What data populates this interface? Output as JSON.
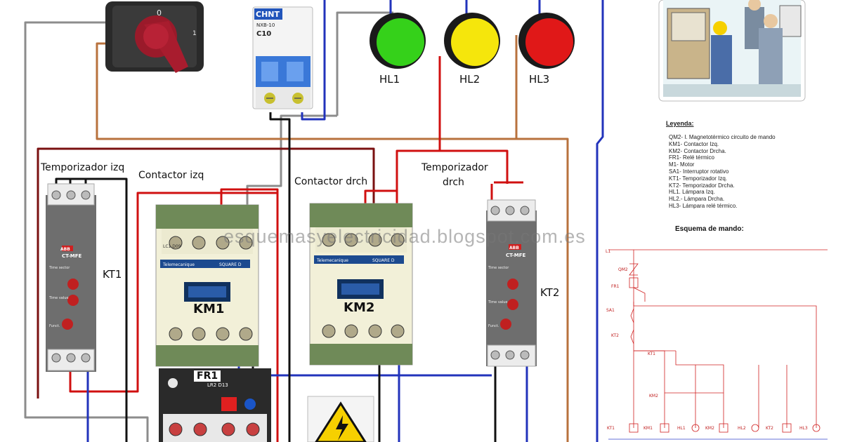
{
  "labels": {
    "temp_izq": "Temporizador izq",
    "contactor_izq": "Contactor izq",
    "contactor_drch": "Contactor drch",
    "temp_drch_line1": "Temporizador",
    "temp_drch_line2": "drch",
    "kt1": "KT1",
    "kt2": "KT2",
    "km1": "KM1",
    "km2": "KM2",
    "fr1": "FR1"
  },
  "lamps": [
    {
      "name": "HL1",
      "color": "#35d11a"
    },
    {
      "name": "HL2",
      "color": "#f5e60c"
    },
    {
      "name": "HL3",
      "color": "#e01818"
    }
  ],
  "breaker": {
    "brand": "CHNT",
    "model": "NXB-10",
    "rating": "C10"
  },
  "relay": {
    "brand": "ABB",
    "model": "CT-MFE",
    "time_sector": "Time sector",
    "time_value": "Time value",
    "funct": "Funct."
  },
  "contactor": {
    "model": "LC1 D09",
    "brand": "Telemecanique",
    "series": "SQUARE D"
  },
  "overload": {
    "model": "LR2 D13"
  },
  "legend": {
    "title": "Leyenda:",
    "items": [
      "QM2- I. Magnetotérmico circuito de mando",
      "KM1- Contactor Izq.",
      "KM2- Contactor Drcha.",
      "FR1- Relé térmico",
      "M1- Motor",
      "SA1- Interruptor rotativo",
      "KT1- Temporizador Izq.",
      "KT2- Temporizador Drcha.",
      "HL1. Lámpara Izq.",
      "HL2.- Lámpara Drcha.",
      "HL3- Lámpara relé térmico."
    ]
  },
  "schematic": {
    "title": "Esquema de mando:",
    "line_top": "L1",
    "qm2": "QM2",
    "fr1": "FR1",
    "sa1": "SA1",
    "kt2": "KT2",
    "kt1": "KT1",
    "km2": "KM2",
    "bottom_labels": [
      "KT1",
      "KM1",
      "HL1",
      "KM2",
      "HL2",
      "KT2",
      "HL3"
    ]
  },
  "watermark": "esquemasyelectricidad.blogspot.com.es",
  "colors": {
    "red": "#d01010",
    "blue": "#2233bb",
    "black": "#111111",
    "brown": "#b8723d",
    "gray": "#8c8c8c",
    "darkred": "#7a1010"
  }
}
